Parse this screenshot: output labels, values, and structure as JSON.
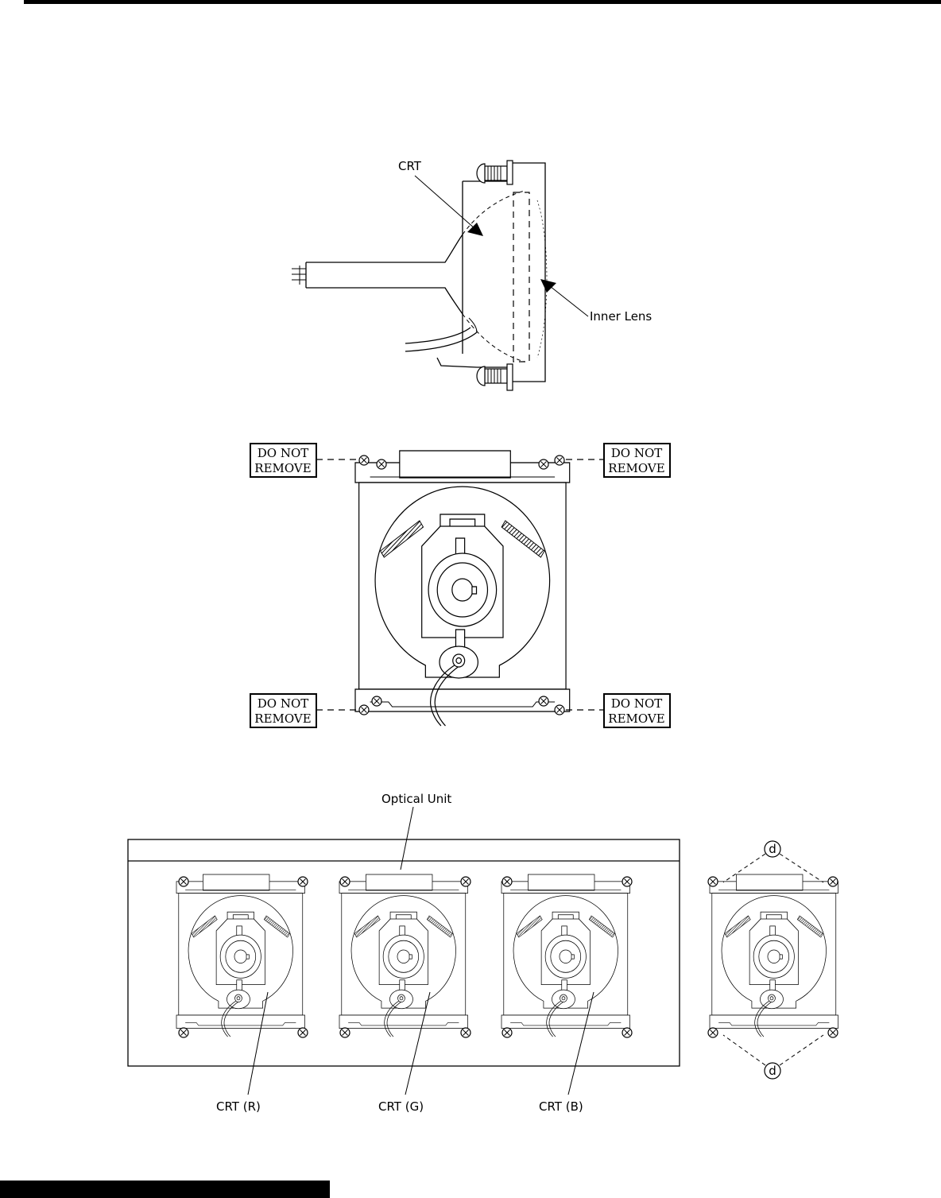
{
  "side_view": {
    "crt_label": "CRT",
    "inner_lens_label": "Inner Lens"
  },
  "front_view": {
    "do_not_remove": [
      {
        "line1": "DO NOT",
        "line2": "REMOVE"
      },
      {
        "line1": "DO NOT",
        "line2": "REMOVE"
      },
      {
        "line1": "DO NOT",
        "line2": "REMOVE"
      },
      {
        "line1": "DO NOT",
        "line2": "REMOVE"
      }
    ]
  },
  "optical_unit": {
    "title": "Optical Unit",
    "crt_labels": [
      "CRT (R)",
      "CRT (G)",
      "CRT (B)"
    ],
    "screw_marker": "d"
  }
}
